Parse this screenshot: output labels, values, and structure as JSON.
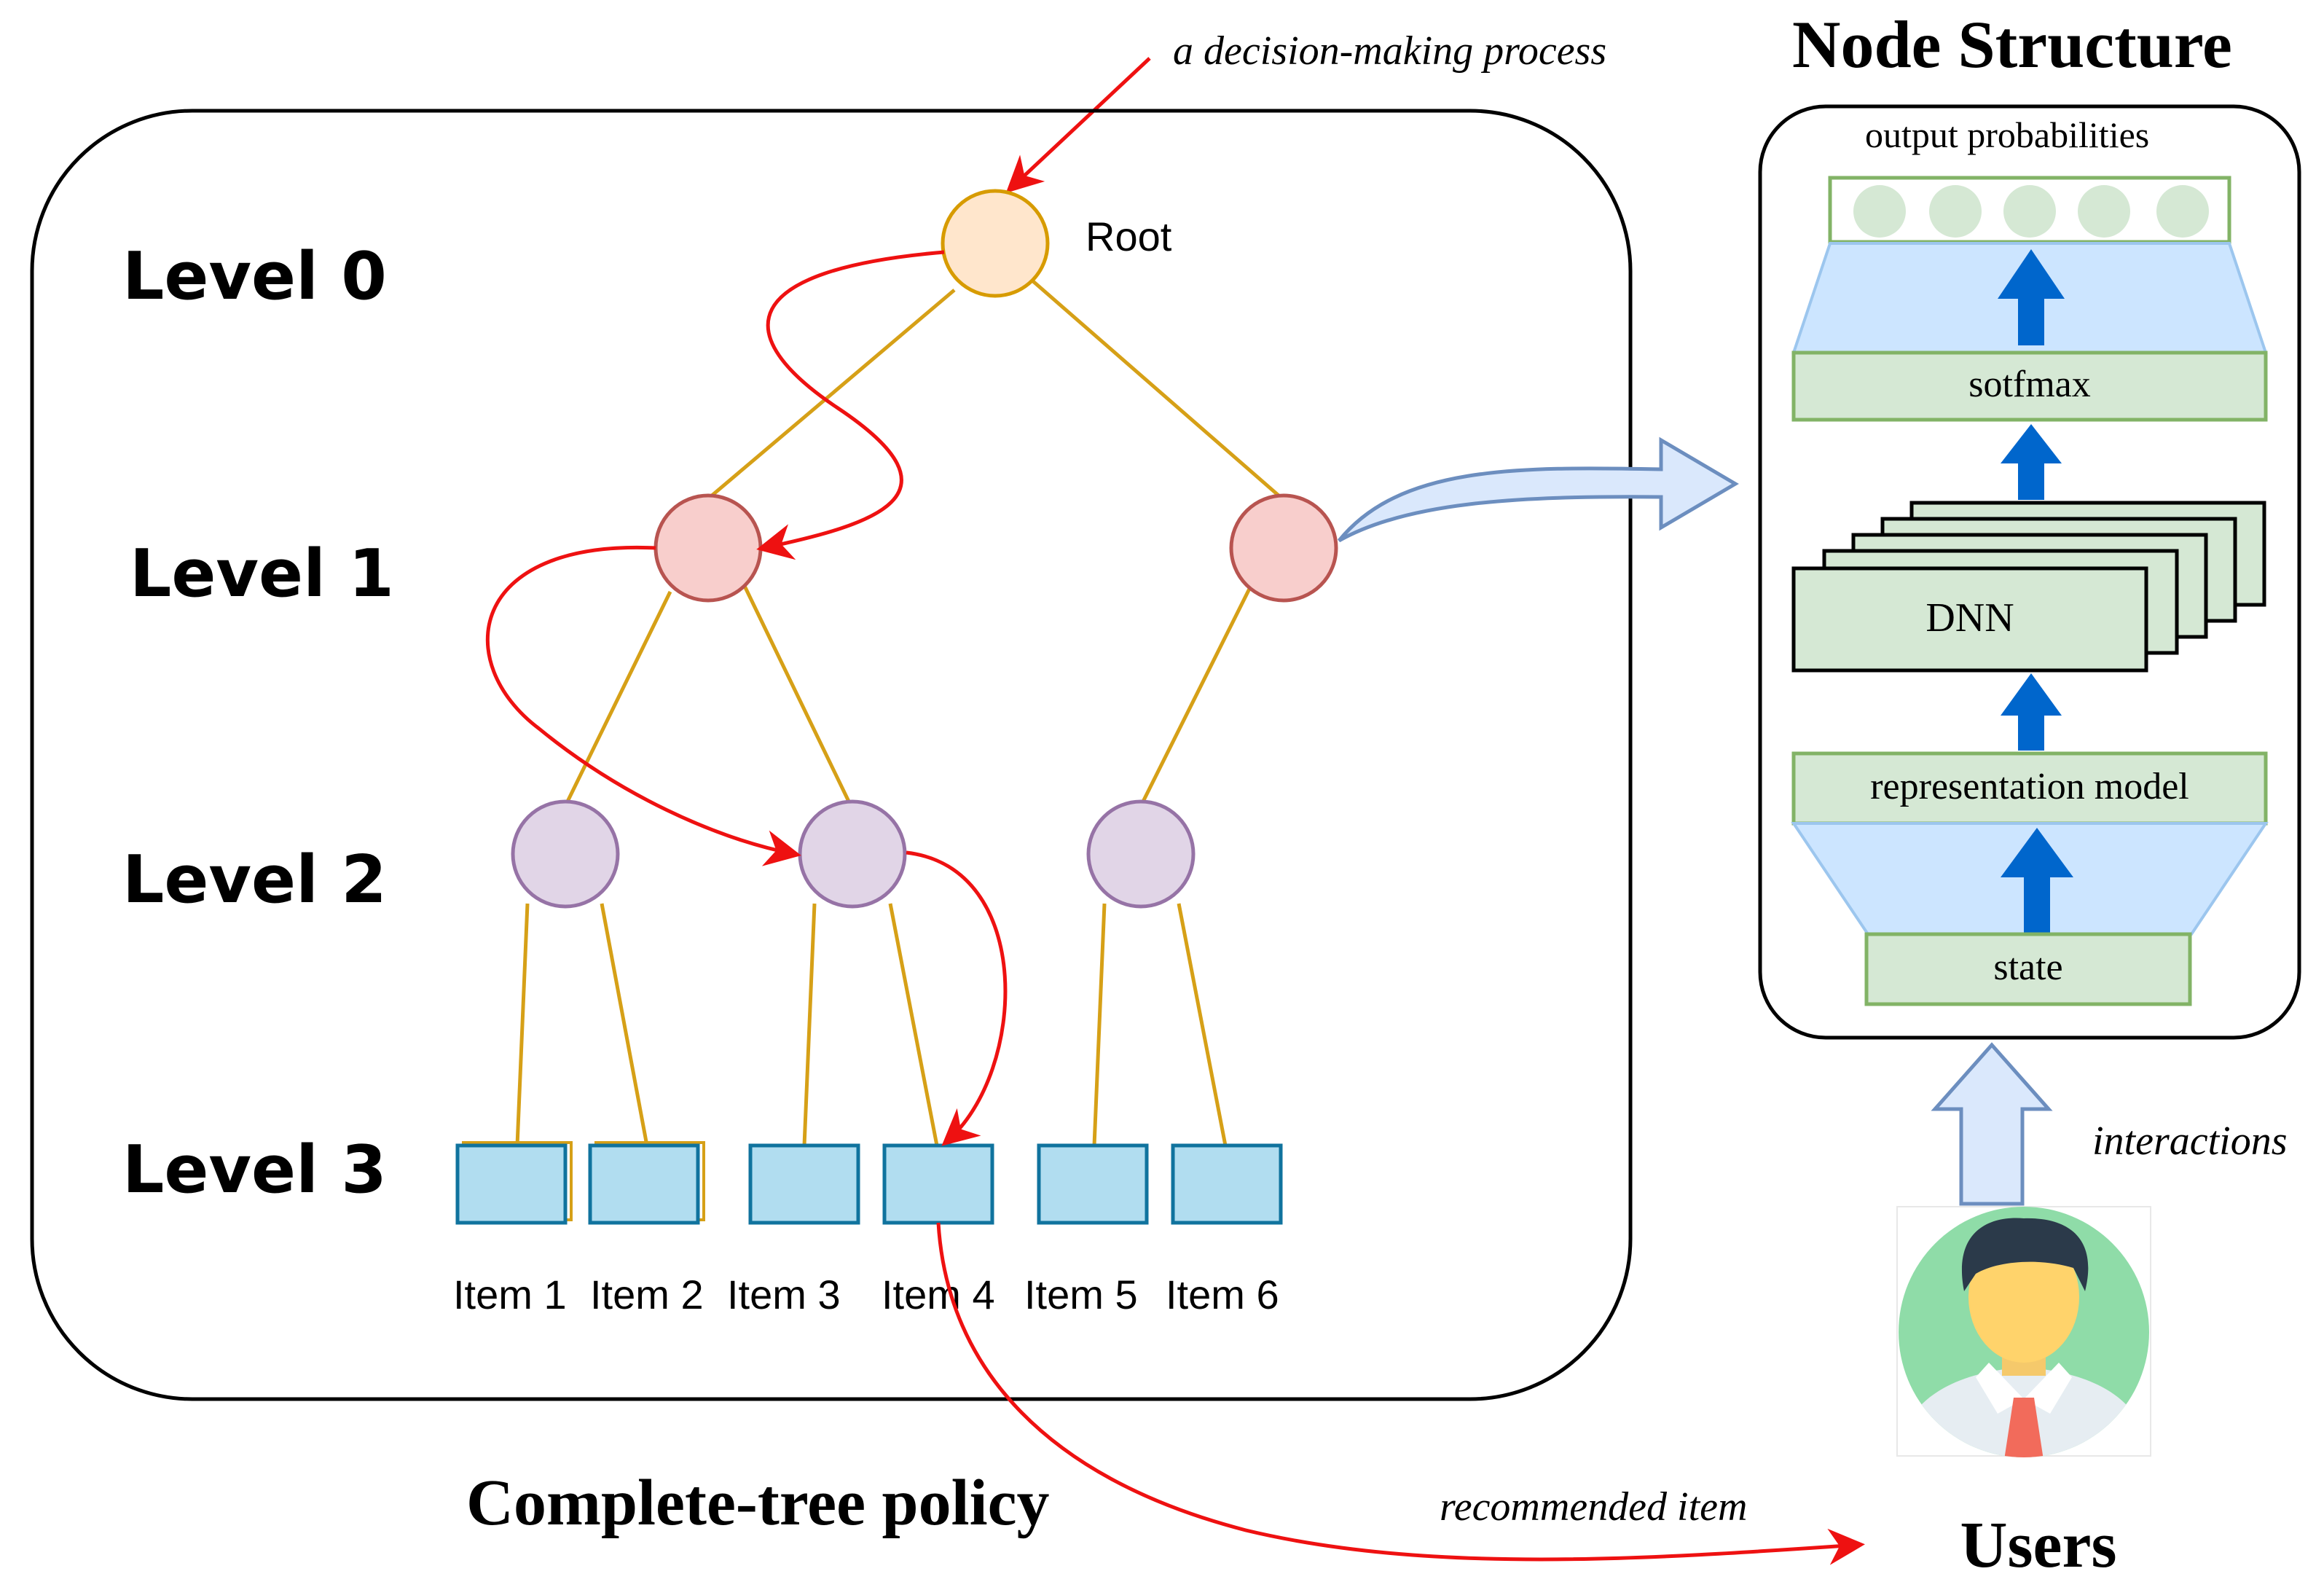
{
  "top_annotation": "a decision-making process",
  "tree": {
    "root_label": "Root",
    "levels": [
      "Level 0",
      "Level 1",
      "Level 2",
      "Level 3"
    ],
    "items": [
      "Item 1",
      "Item 2",
      "Item 3",
      "Item 4",
      "Item 5",
      "Item 6"
    ],
    "caption": "Complete-tree policy"
  },
  "node_structure": {
    "title": "Node Structure",
    "output_label": "output probabilities",
    "softmax_label": "sotfmax",
    "dnn_label": "DNN",
    "repr_label": "representation model",
    "state_label": "state"
  },
  "interactions_label": "interactions",
  "users_label": "Users",
  "recommended_label": "recommended item",
  "colors": {
    "root_fill": "#FFE6CC",
    "root_stroke": "#D79B00",
    "level1_fill": "#F8CECC",
    "level1_stroke": "#B85450",
    "level2_fill": "#E1D5E7",
    "level2_stroke": "#9673A6",
    "leaf_fill": "#B1DDF0",
    "leaf_stroke": "#10739E",
    "edge": "#D6A017",
    "path": "#EE1111",
    "box_fill": "#D5E8D4",
    "box_stroke": "#82B366",
    "arrow_blue": "#0066CC",
    "trapezoid": "#CCE5FF"
  }
}
